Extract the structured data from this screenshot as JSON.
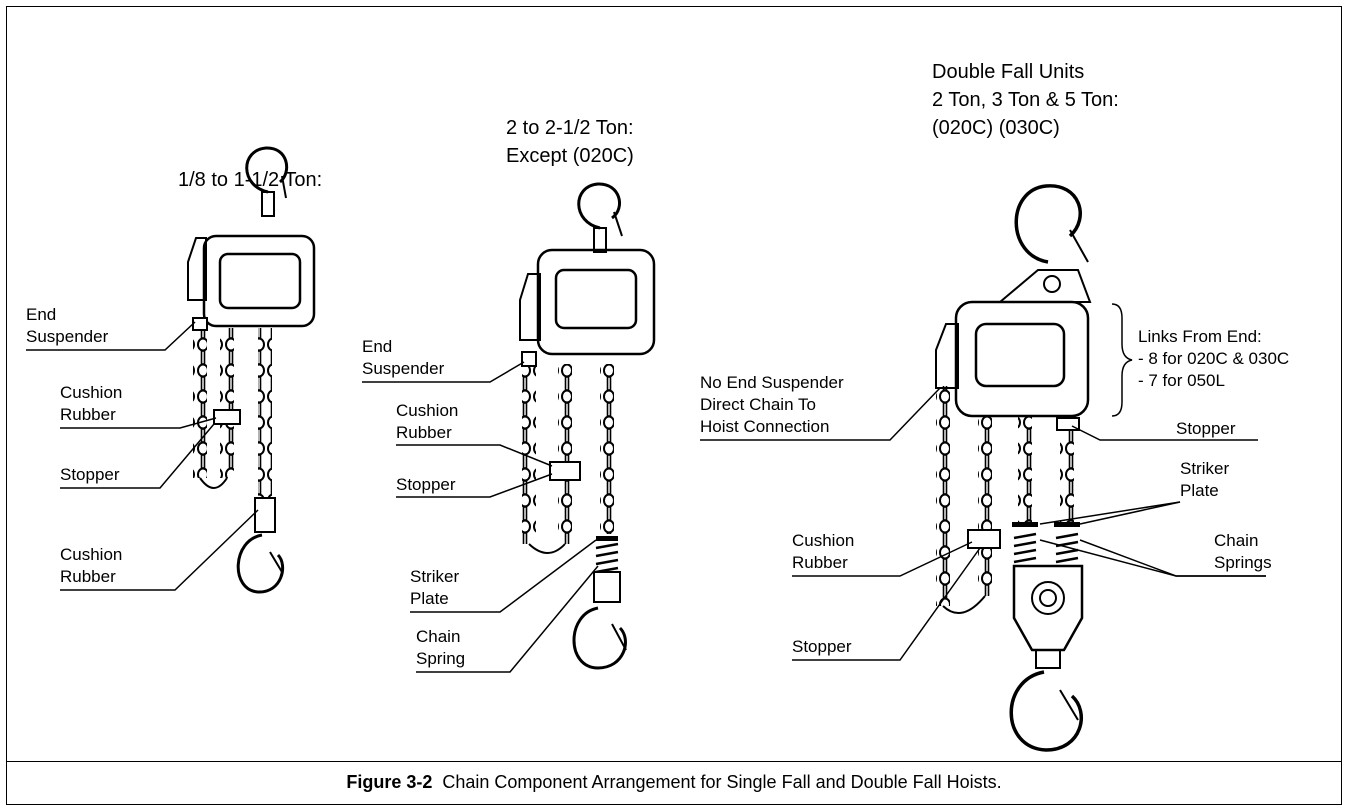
{
  "hoist1": {
    "title": "1/8 to 1-1/2 Ton:",
    "labels": {
      "end_suspender": [
        "End",
        "Suspender"
      ],
      "cushion_rubber_upper": [
        "Cushion",
        "Rubber"
      ],
      "stopper": [
        "Stopper"
      ],
      "cushion_rubber_lower": [
        "Cushion",
        "Rubber"
      ]
    }
  },
  "hoist2": {
    "title": [
      "2 to 2-1/2 Ton:",
      "Except (020C)"
    ],
    "labels": {
      "end_suspender": [
        "End",
        "Suspender"
      ],
      "cushion_rubber": [
        "Cushion",
        "Rubber"
      ],
      "stopper": [
        "Stopper"
      ],
      "striker_plate": [
        "Striker",
        "Plate"
      ],
      "chain_spring": [
        "Chain",
        "Spring"
      ]
    }
  },
  "hoist3": {
    "title": [
      "Double Fall Units",
      "2 Ton,  3 Ton & 5 Ton:",
      "(020C)  (030C)"
    ],
    "labels": {
      "no_end_suspender": [
        "No End Suspender",
        "Direct Chain To",
        "Hoist Connection"
      ],
      "links_from_end": [
        "Links From End:",
        "- 8 for 020C & 030C",
        "- 7 for 050L"
      ],
      "stopper_right": [
        "Stopper"
      ],
      "striker_plate": [
        "Striker",
        "Plate"
      ],
      "chain_springs": [
        "Chain",
        "Springs"
      ],
      "cushion_rubber": [
        "Cushion",
        "Rubber"
      ],
      "stopper_lower": [
        "Stopper"
      ]
    }
  },
  "caption": {
    "figure_number": "Figure 3-2",
    "text": "Chain Component Arrangement for Single Fall and Double Fall Hoists."
  }
}
